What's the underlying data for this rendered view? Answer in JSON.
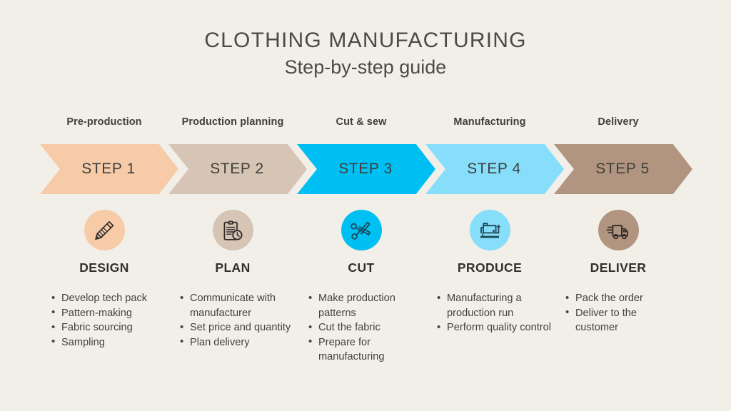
{
  "title": {
    "main": "CLOTHING MANUFACTURING",
    "sub": "Step-by-step guide"
  },
  "colors": {
    "background": "#F2EFE9",
    "text": "#3F3F3C",
    "step1": "#F7CBA8",
    "step2": "#D6C4B4",
    "step3": "#00BFF3",
    "step4": "#86DEFB",
    "step5": "#B29580",
    "icon_stroke": "#2F2A26"
  },
  "stages": [
    {
      "phase_label": "Pre-production",
      "step_label": "STEP 1",
      "heading": "DESIGN",
      "icon": "pencil-icon",
      "color": "#F7CBA8",
      "bullets": [
        "Develop tech pack",
        "Pattern-making",
        "Fabric sourcing",
        "Sampling"
      ]
    },
    {
      "phase_label": "Production planning",
      "step_label": "STEP 2",
      "heading": "PLAN",
      "icon": "clipboard-clock-icon",
      "color": "#D6C4B4",
      "bullets": [
        "Communicate with manufacturer",
        "Set price and quantity",
        "Plan delivery"
      ]
    },
    {
      "phase_label": "Cut & sew",
      "step_label": "STEP 3",
      "heading": "CUT",
      "icon": "scissors-icon",
      "color": "#00BFF3",
      "bullets": [
        "Make production patterns",
        "Cut the fabric",
        "Prepare for manufacturing"
      ]
    },
    {
      "phase_label": "Manufacturing",
      "step_label": "STEP 4",
      "heading": "PRODUCE",
      "icon": "sewing-machine-icon",
      "color": "#86DEFB",
      "bullets": [
        "Manufacturing a production run",
        "Perform quality control"
      ]
    },
    {
      "phase_label": "Delivery",
      "step_label": "STEP 5",
      "heading": "DELIVER",
      "icon": "delivery-truck-icon",
      "color": "#B29580",
      "bullets": [
        "Pack the order",
        "Deliver to the customer"
      ]
    }
  ]
}
